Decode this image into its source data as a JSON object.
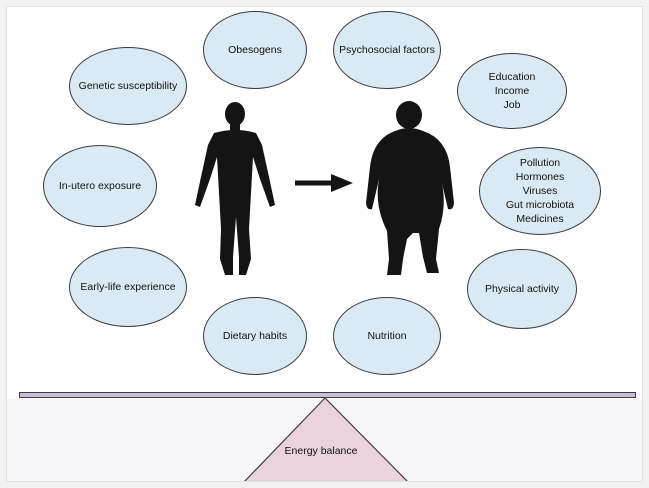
{
  "factors": {
    "obesogens": "Obesogens",
    "psychosocial": "Psychosocial factors",
    "genetic": "Genetic susceptibility",
    "education": "Education\nIncome\nJob",
    "in_utero": "In-utero exposure",
    "pollution": "Pollution\nHormones\nViruses\nGut microbiota\nMedicines",
    "early_life": "Early-life experience",
    "physical_activity": "Physical activity",
    "dietary_habits": "Dietary habits",
    "nutrition": "Nutrition"
  },
  "balance": {
    "fulcrum_label": "Energy balance"
  },
  "colors": {
    "bubble_fill": "#daeaf5",
    "beam_fill": "#cdbbd8",
    "fulcrum_fill": "#ead3df",
    "silhouette": "#141414"
  }
}
